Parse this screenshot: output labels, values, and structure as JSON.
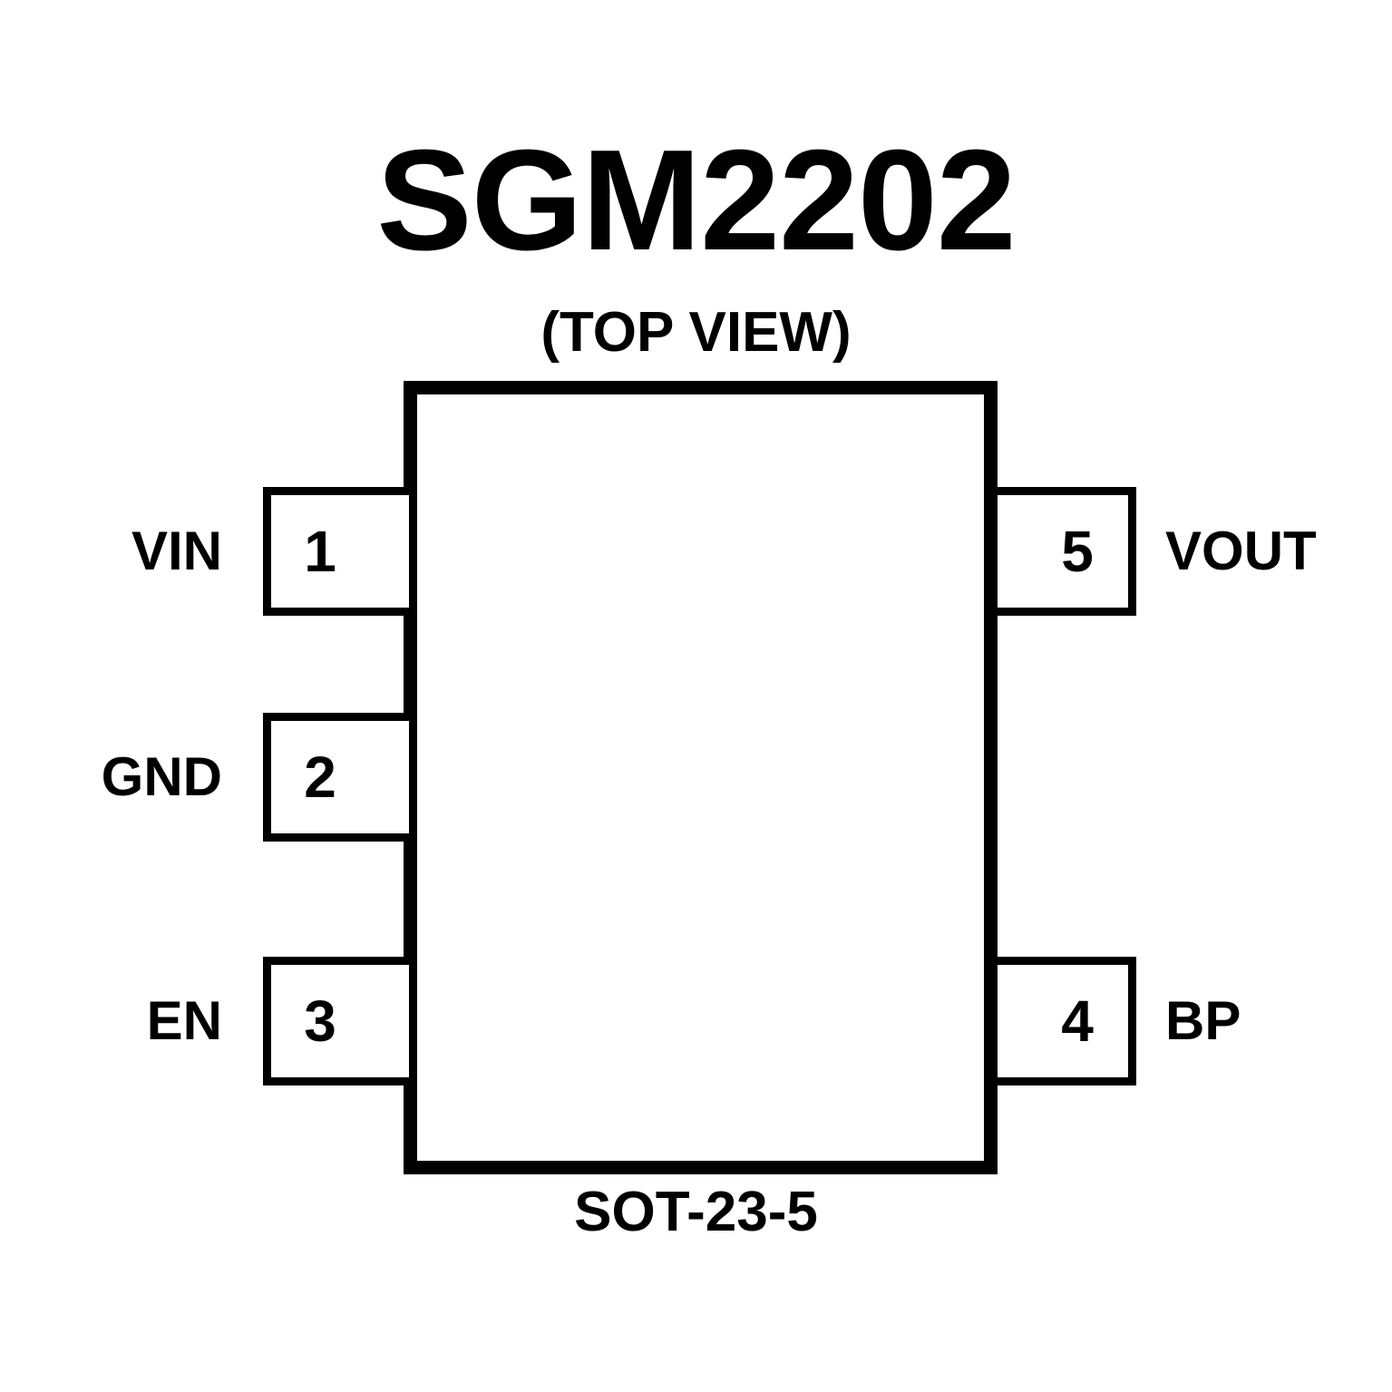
{
  "diagram": {
    "title": "SGM2202",
    "subtitle": "(TOP VIEW)",
    "package": "SOT-23-5",
    "colors": {
      "outline": "#000000",
      "background": "#ffffff",
      "text": "#000000"
    },
    "pins": {
      "left": [
        {
          "number": "1",
          "name": "VIN"
        },
        {
          "number": "2",
          "name": "GND"
        },
        {
          "number": "3",
          "name": "EN"
        }
      ],
      "right": [
        {
          "number": "5",
          "name": "VOUT"
        },
        {
          "number": "4",
          "name": "BP"
        }
      ]
    }
  }
}
